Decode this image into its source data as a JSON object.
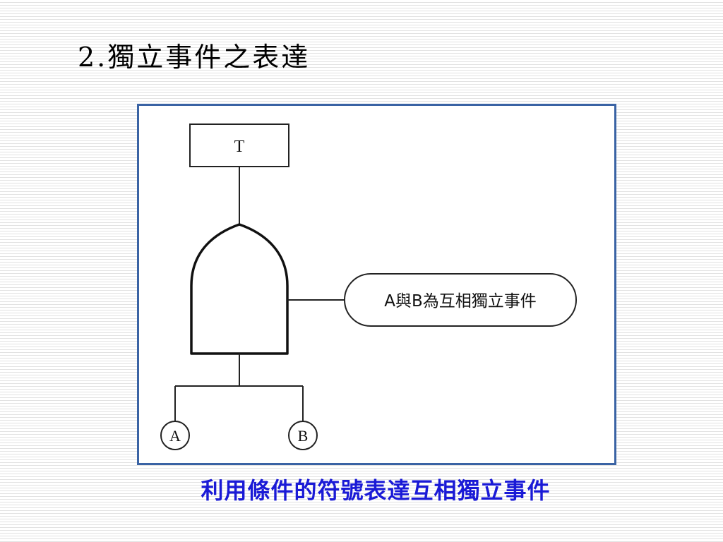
{
  "title": "2.獨立事件之表達",
  "diagram": {
    "top_event": "T",
    "condition_note": "A與B為互相獨立事件",
    "input_a": "A",
    "input_b": "B"
  },
  "caption": "利用條件的符號表達互相獨立事件",
  "colors": {
    "frame_border": "#3a63a4",
    "caption_text": "#1a1ad6"
  }
}
